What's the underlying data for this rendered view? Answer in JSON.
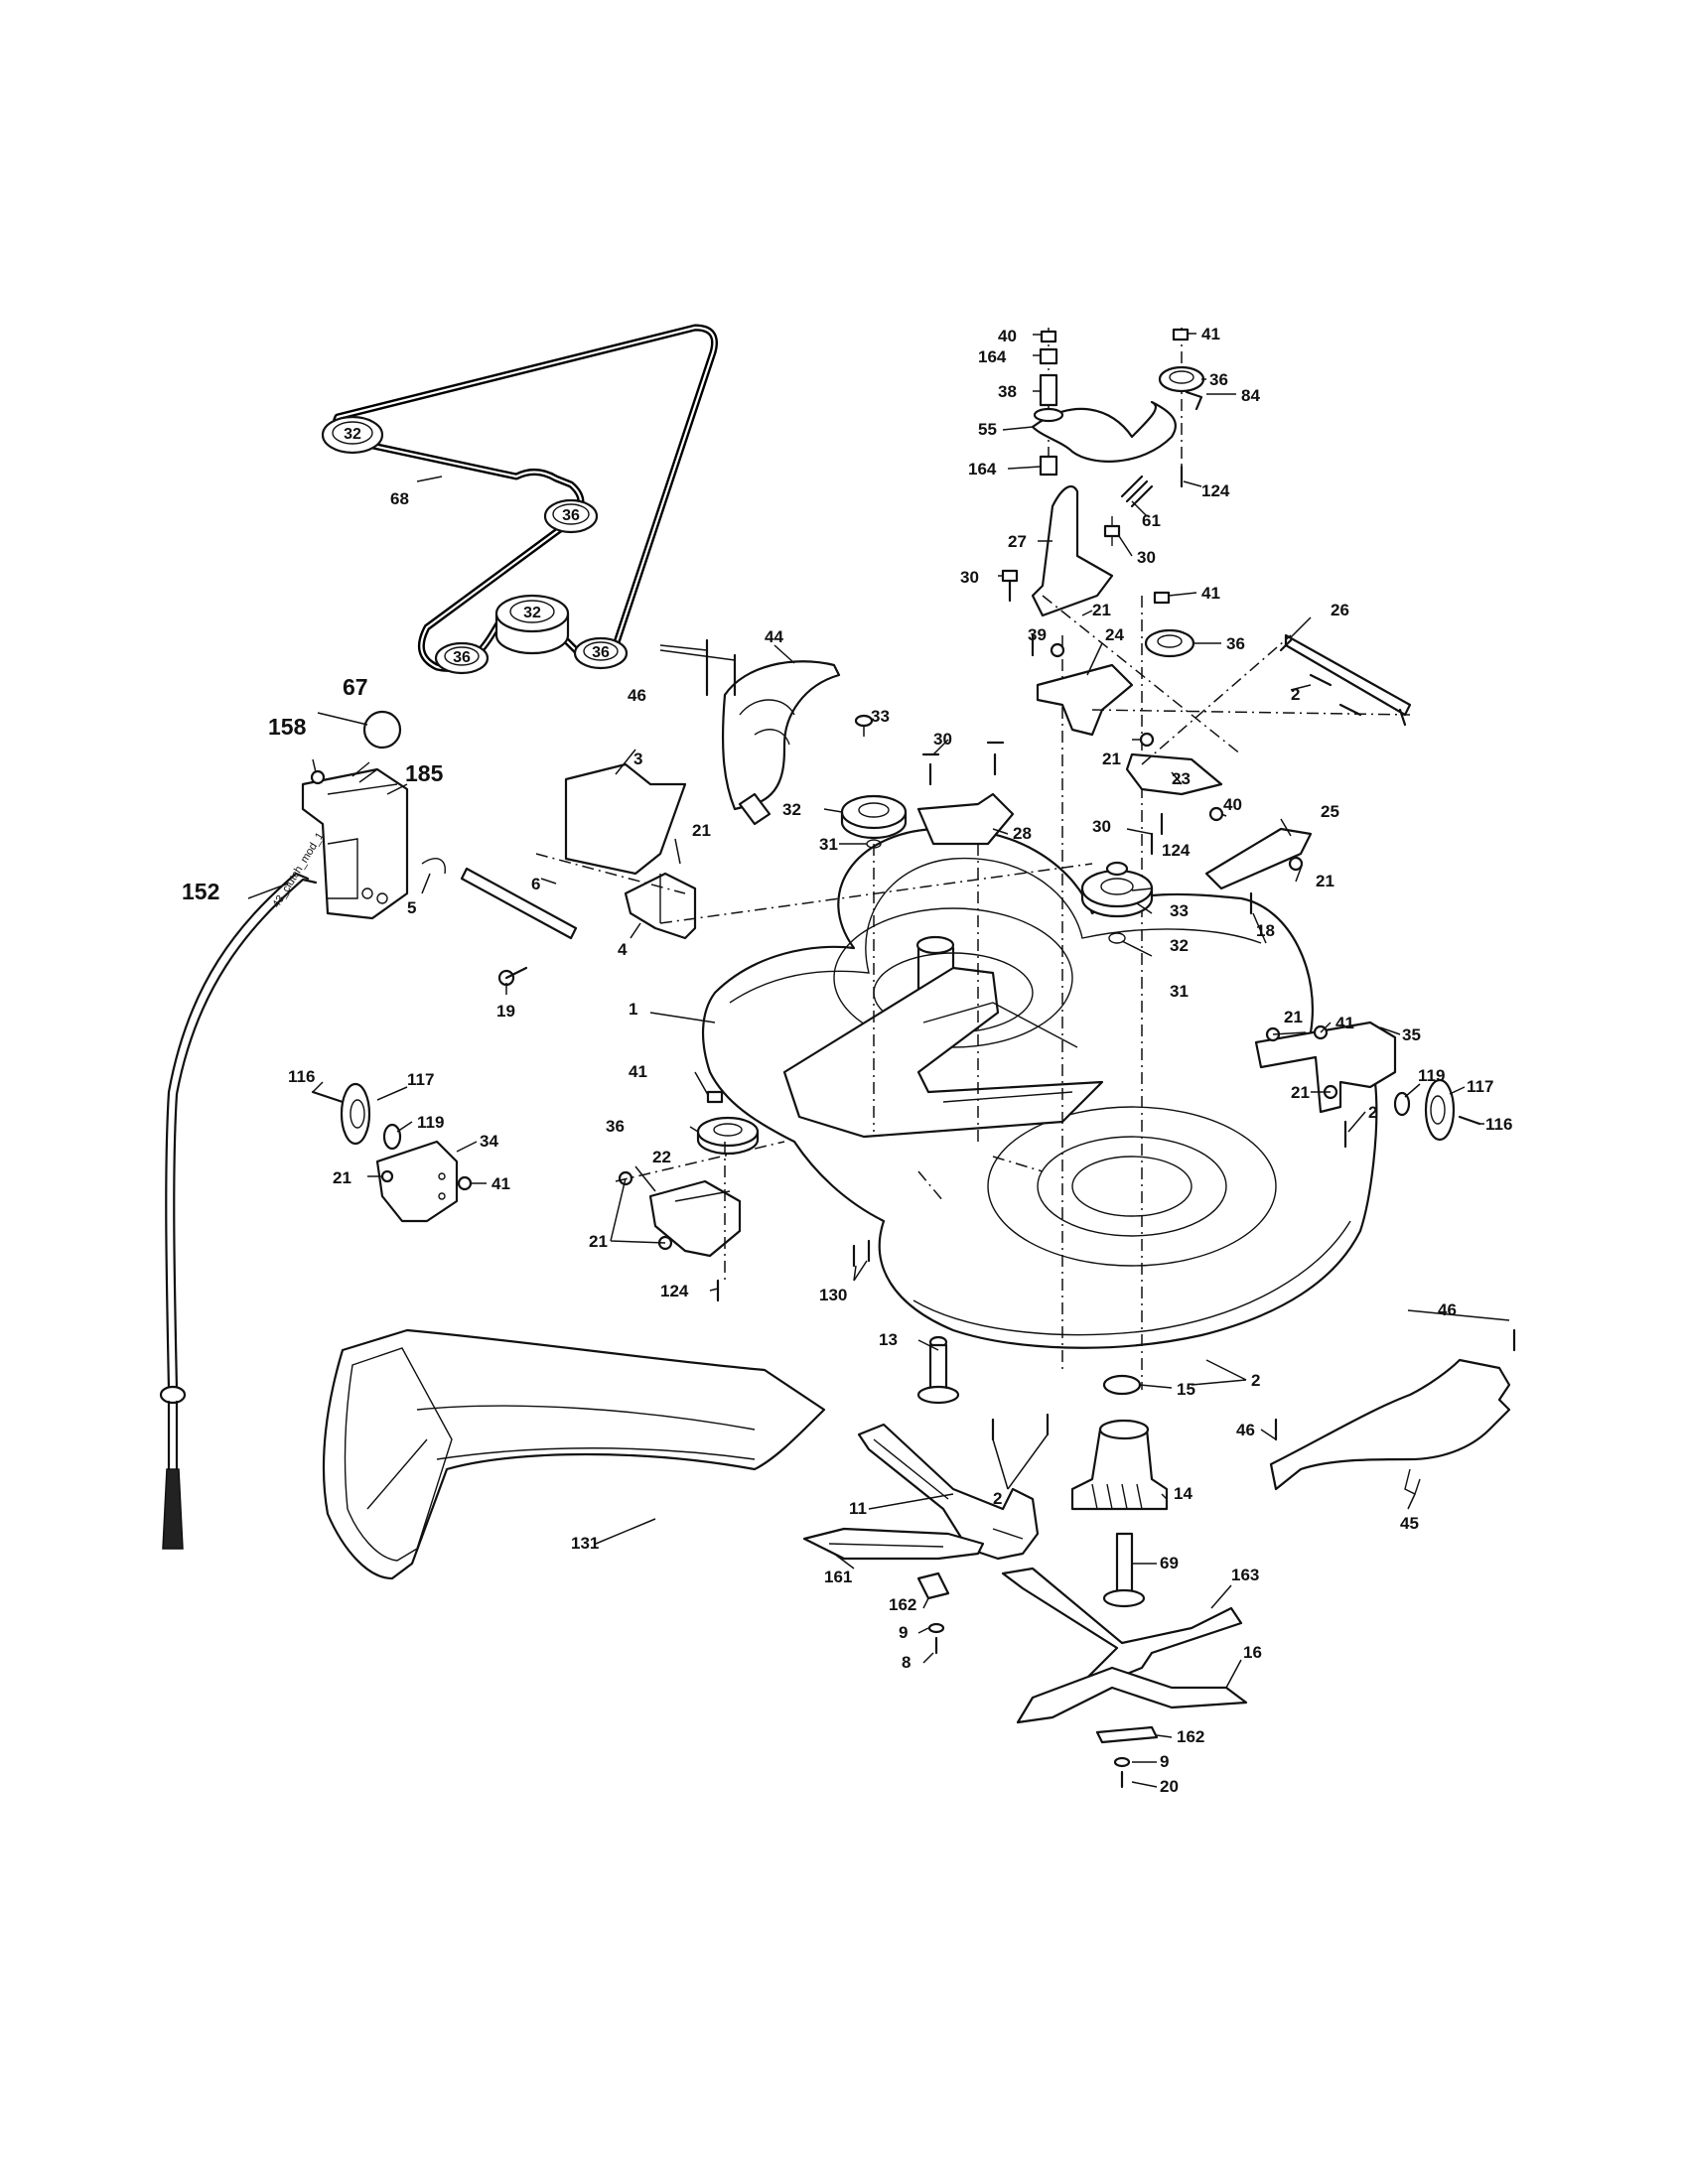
{
  "diagram": {
    "cable_label": "43_clutch_mod_1",
    "belt_pulleys": [
      "32",
      "36",
      "32",
      "36",
      "36"
    ],
    "callouts": {
      "c40_top": "40",
      "c164_top": "164",
      "c38": "38",
      "c55": "55",
      "c164_low": "164",
      "c41_top": "41",
      "c36_top": "36",
      "c84": "84",
      "c124_top": "124",
      "c61": "61",
      "c27": "27",
      "c30_a": "30",
      "c30_b": "30",
      "c41_b": "41",
      "c39": "39",
      "c21_a": "21",
      "c24": "24",
      "c36_b": "36",
      "c26": "26",
      "c2_a": "2",
      "c21_b": "21",
      "c23": "23",
      "c40_b": "40",
      "c25": "25",
      "c124_b": "124",
      "c21_c": "21",
      "c30_c": "30",
      "c33_b": "33",
      "c32_b": "32",
      "c31_b": "31",
      "c18": "18",
      "c68": "68",
      "c67": "67",
      "c158": "158",
      "c185": "185",
      "c152": "152",
      "c46_a": "46",
      "c44": "44",
      "c3": "3",
      "c33_a": "33",
      "c30_d": "30",
      "c32_a": "32",
      "c31_a": "31",
      "c28": "28",
      "c21_d": "21",
      "c6": "6",
      "c5": "5",
      "c4": "4",
      "c19": "19",
      "c1": "1",
      "c21_e": "21",
      "c41_c": "41",
      "c35": "35",
      "c119_r": "119",
      "c117_r": "117",
      "c116_r": "116",
      "c21_f": "21",
      "c2_b": "2",
      "c116_l": "116",
      "c117_l": "117",
      "c119_l": "119",
      "c34": "34",
      "c21_g": "21",
      "c41_d": "41",
      "c41_e": "41",
      "c36_c": "36",
      "c22": "22",
      "c21_h": "21",
      "c124_c": "124",
      "c130": "130",
      "c46_b": "46",
      "c13": "13",
      "c2_c": "2",
      "c15": "15",
      "c46_c": "46",
      "c45": "45",
      "c2_d": "2",
      "c14": "14",
      "c11": "11",
      "c131": "131",
      "c69": "69",
      "c163": "163",
      "c161": "161",
      "c162_a": "162",
      "c9_a": "9",
      "c8": "8",
      "c16": "16",
      "c162_b": "162",
      "c9_b": "9",
      "c20": "20"
    }
  }
}
